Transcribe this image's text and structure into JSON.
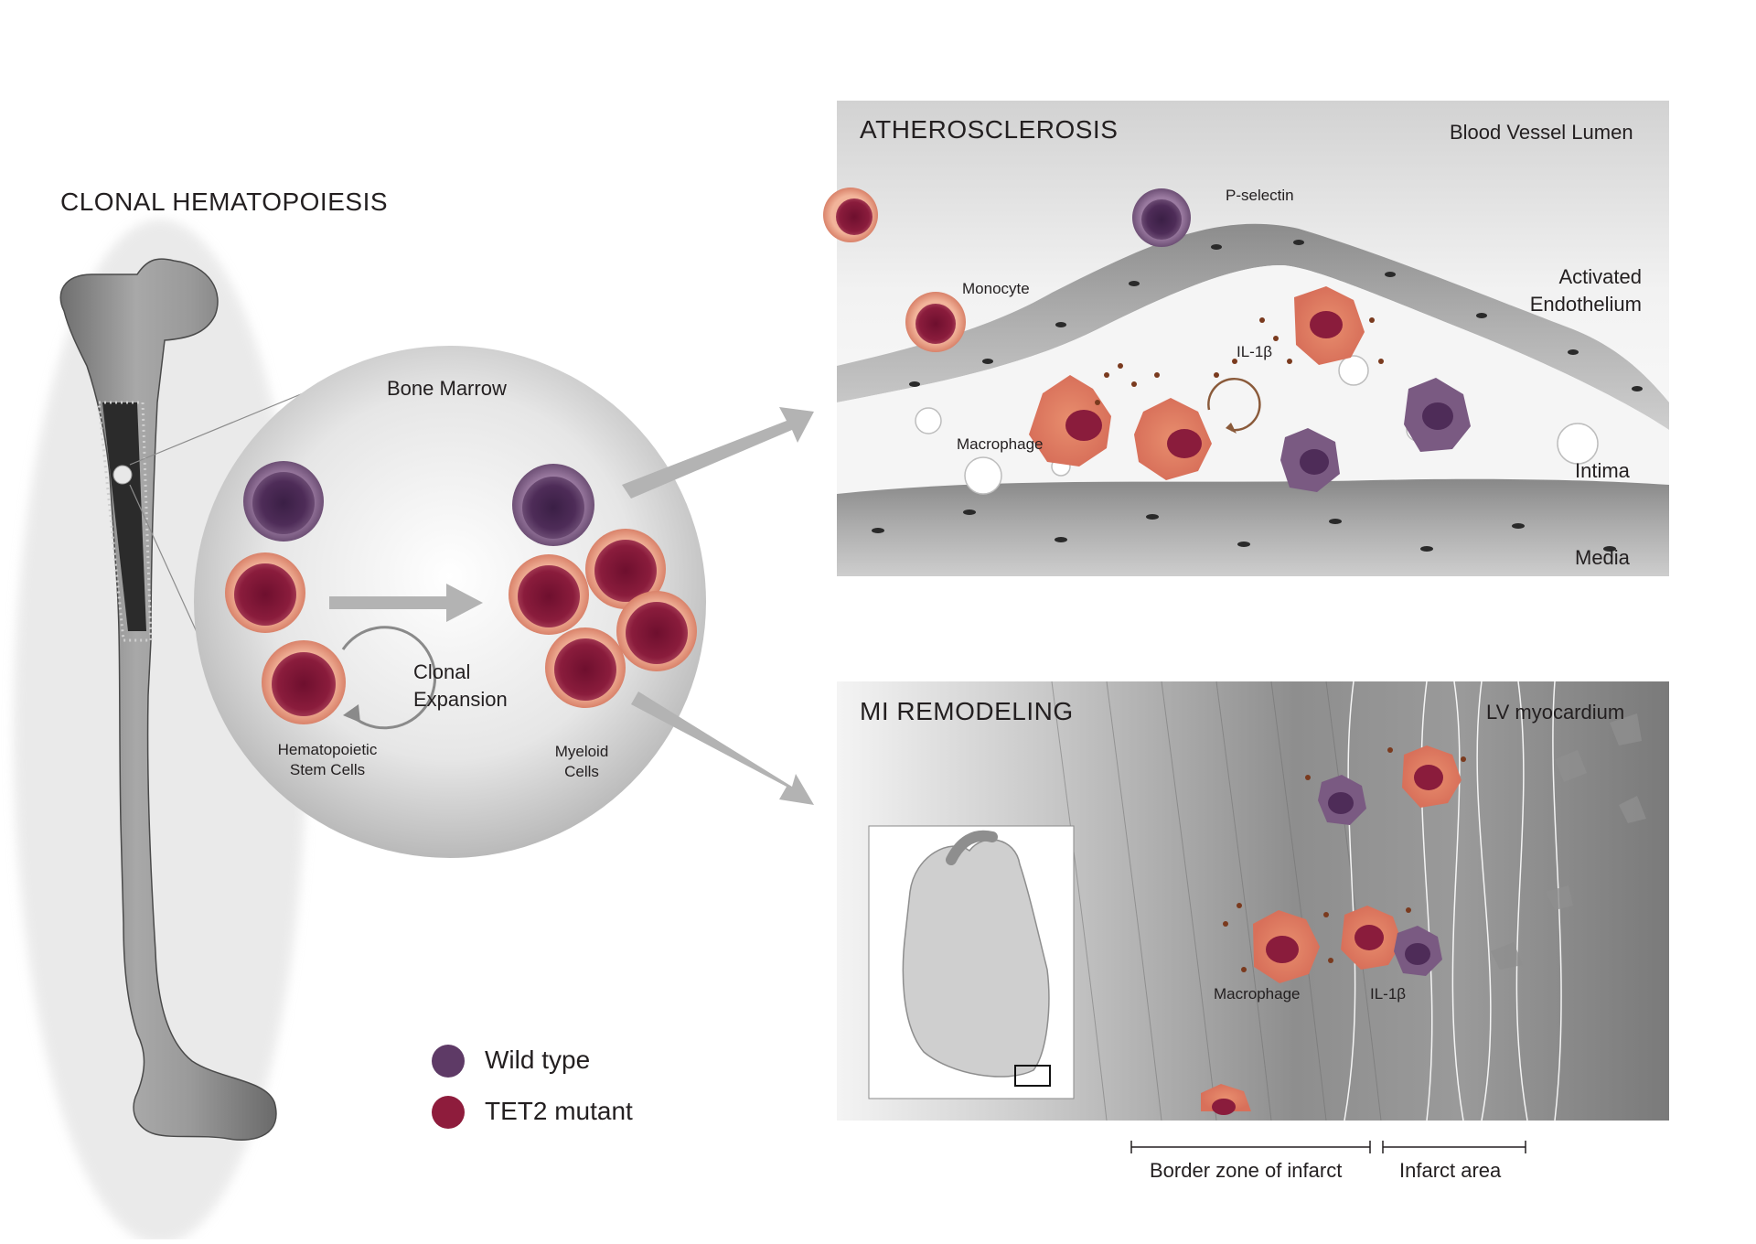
{
  "clonal": {
    "title": "CLONAL HEMATOPOIESIS",
    "bone_marrow": "Bone Marrow",
    "clonal_expansion_1": "Clonal",
    "clonal_expansion_2": "Expansion",
    "hsc_1": "Hematopoietic",
    "hsc_2": "Stem Cells",
    "myeloid_1": "Myeloid",
    "myeloid_2": "Cells"
  },
  "legend": {
    "wild_type": "Wild type",
    "tet2_mutant": "TET2 mutant"
  },
  "athero": {
    "title": "ATHEROSCLEROSIS",
    "lumen": "Blood Vessel Lumen",
    "p_selectin": "P-selectin",
    "monocyte": "Monocyte",
    "activated_1": "Activated",
    "activated_2": "Endothelium",
    "il1b": "IL-1β",
    "macrophage": "Macrophage",
    "intima": "Intima",
    "media": "Media"
  },
  "mi": {
    "title": "MI  REMODELING",
    "lv": "LV  myocardium",
    "macrophage": "Macrophage",
    "il1b": "IL-1β",
    "border_zone": "Border zone of infarct",
    "infarct_area": "Infarct area"
  },
  "colors": {
    "wild_type": "#5e3a66",
    "tet2_mutant": "#8e1c3c",
    "cell_ring": "#e89a7e",
    "arrow": "#b3b3b3"
  }
}
